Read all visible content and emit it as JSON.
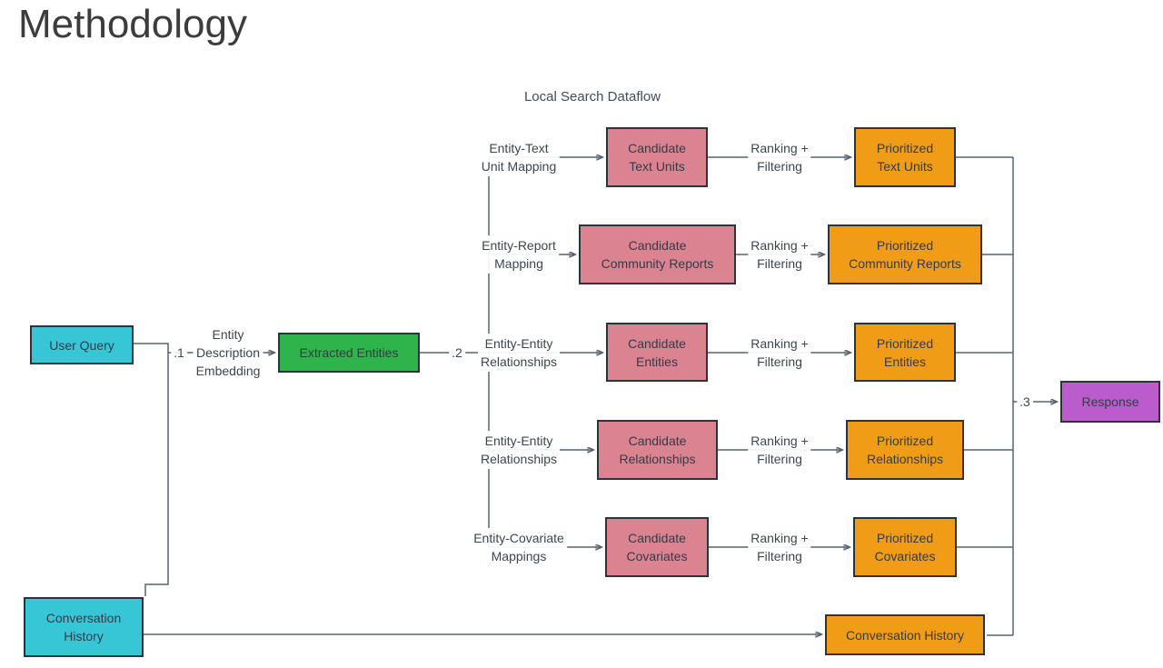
{
  "page": {
    "title": "Methodology"
  },
  "diagram": {
    "title": "Local Search Dataflow",
    "nodes": {
      "user_query": {
        "label": "User Query",
        "color": "cyan"
      },
      "conversation_history_input": {
        "label": "Conversation\nHistory",
        "color": "cyan"
      },
      "extracted_entities": {
        "label": "Extracted Entities",
        "color": "green"
      },
      "candidate_text_units": {
        "label": "Candidate\nText Units",
        "color": "pink"
      },
      "candidate_community_reports": {
        "label": "Candidate\nCommunity Reports",
        "color": "pink"
      },
      "candidate_entities": {
        "label": "Candidate\nEntities",
        "color": "pink"
      },
      "candidate_relationships": {
        "label": "Candidate\nRelationships",
        "color": "pink"
      },
      "candidate_covariates": {
        "label": "Candidate\nCovariates",
        "color": "pink"
      },
      "prioritized_text_units": {
        "label": "Prioritized\nText Units",
        "color": "orange"
      },
      "prioritized_community_reports": {
        "label": "Prioritized\nCommunity Reports",
        "color": "orange"
      },
      "prioritized_entities": {
        "label": "Prioritized\nEntities",
        "color": "orange"
      },
      "prioritized_relationships": {
        "label": "Prioritized\nRelationships",
        "color": "orange"
      },
      "prioritized_covariates": {
        "label": "Prioritized\nCovariates",
        "color": "orange"
      },
      "conversation_history_context": {
        "label": "Conversation History",
        "color": "orange"
      },
      "response": {
        "label": "Response",
        "color": "purple"
      }
    },
    "edge_labels": {
      "step1": ".1",
      "entity_description_embedding": "Entity\nDescription\nEmbedding",
      "step2": ".2",
      "entity_text_unit_mapping": "Entity-Text\nUnit Mapping",
      "entity_report_mapping": "Entity-Report\nMapping",
      "entity_entity_relationships": "Entity-Entity\nRelationships",
      "entity_covariate_mappings": "Entity-Covariate\nMappings",
      "ranking_filtering": "Ranking +\nFiltering",
      "step3": ".3"
    }
  },
  "colors": {
    "node-cyan": "#37c6d6",
    "node-green": "#2fb34b",
    "node-pink": "#db8391",
    "node-orange": "#f09c17",
    "node-purple": "#bb5ccc",
    "node-border": "#2d333d",
    "node-text": "#333b47",
    "edge-line": "#57636f",
    "label-text": "#3c4650",
    "title-text": "#3c3c3c",
    "subtitle-text": "#3f4d5a"
  }
}
